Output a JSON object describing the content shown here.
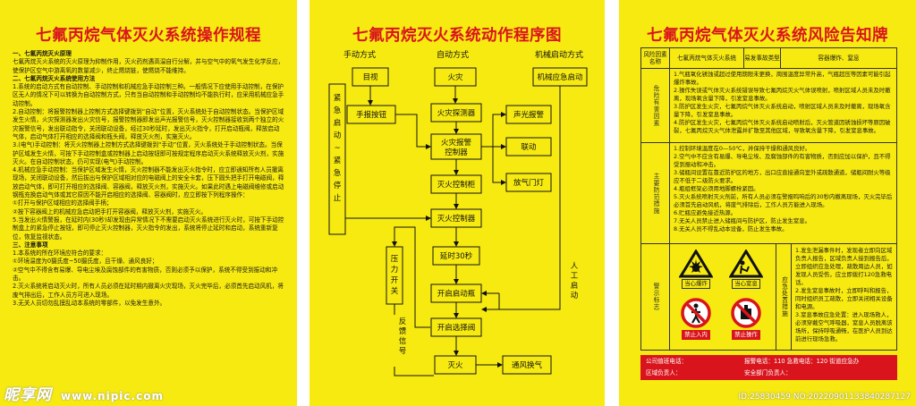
{
  "panel1": {
    "title": "七氟丙烷气体灭火系统操作规程",
    "lines": [
      {
        "t": "一、七氟丙烷灭火原理",
        "h": true
      },
      {
        "t": "七氟丙烷灭火系统的灭火原理为抑制作用，灭火药剂遇高温自行分解，并与空气中的氧气发生化学反应，使保护区空气中游离氧的数量减少，终止燃烧链，使燃烧不能维持。"
      },
      {
        "t": "二、七氟丙烷灭火系统使用方法",
        "h": true
      },
      {
        "t": "1.系统的启动方式有自动控制、手动控制和机械应急手动控制三种。一般情况下应使用手动控制，在保护区无人的情况下可以转换为自动控制方式，只有当自动控制和手动控制均不能执行时，应采用机械应急手动控制。"
      },
      {
        "t": "2.自动控制：将报警控制器上控制方式选择键拨到“自动”位置，灭火系统处于自动控制状态。当保护区域发生火情，火灾探测器发出火灾信号，报警控制器即发出声光报警信号，灭火控制器接收到两个独立的火灾报警信号，发出联动指令，关闭联动设备，经过30秒延时，发出灭火指令，打开启动瓶阀，释放启动气体，启动气体打开相应的选择阀和瓶头阀，释放灭火剂，实施灭火。"
      },
      {
        "t": "3.(电气)手动控制：将灭火控制器上控制方式选择键拨到“手动”位置，灭火系统处于手动控制状态。当保护区域发生火情，可按下手动控制盒或控制器上启动按钮即可按规定程序启动灭火系统释放灭火剂，实施灭火。在自动控制状态，仍可实现(电气)手动控制。"
      },
      {
        "t": "4.机械应急手动控制：当保护区域发生火情，灭火控制器不能发出灭火指令时，应立即通知所有人员撤离现场，关闭联动设备，然后拔出与保护区域相对应的电磁阀上的安全卡套，压下圆头把手打开电磁阀，释放启动气体，即可打开相应的选择阀、容器阀，释放灭火剂，实施灭火。如果此时遇上电磁阀维修或启动钢瓶充换启动气体或其它原因不能开启相应的选择阀、容器阀时，应立即按下列程序操作："
      },
      {
        "t": "①打开与保护区域相应的选择阀手柄；"
      },
      {
        "t": "②按下容器阀上的机械应急启动把手打开容器阀，释放灭火剂，实施灭火。"
      },
      {
        "t": "5.当发出火情警报，在延时内(30秒)却发现由异常情况下不需要启动灭火系统进行灭火时，可按下手动控制盒上的紧急停止按钮，即可停止灭火控制器，灭火指令的发出，系统将停止延时和启动，系统重新复位，恢复监视状态。"
      },
      {
        "t": "三、注意事项",
        "h": true
      },
      {
        "t": "1.本系统的所在环境应符合的要求："
      },
      {
        "t": "①环境温度为0摄氏度~50摄氏度，且干燥、通风良好；"
      },
      {
        "t": "②空气中不得含有易爆、导电尘埃及腐蚀部件的有害物质，否则必须予以保护，系统不得受到振动和冲击。"
      },
      {
        "t": "2.灭火系统将启动灭火时，所有人员必须在延时期内撤离火灾现场，灭火完毕后，必须首先启动风机，将废气排出后，工作人员方可进入现场。"
      },
      {
        "t": "3.无关人员切勿乱摸乱动本系统的零部件，以免发生意外。"
      }
    ]
  },
  "panel2": {
    "title": "七氟丙烷灭火系统动作程序图",
    "col_manual": "手动方式",
    "col_auto": "自动方式",
    "col_mech": "机械启动方式",
    "nodes": {
      "visual": "目视",
      "manual_button": "手报按钮",
      "fire": "火灾",
      "detector": "火灾探测器",
      "alarm_ctrl_1": "火灾报警",
      "alarm_ctrl_2": "控制器",
      "ext_cabinet": "灭火控制柜",
      "ext_ctrl": "灭火控制器",
      "delay": "延时30秒",
      "start_bottle": "开启启动瓶",
      "select_valve": "开启选择阀",
      "extinguish": "灭火",
      "sound_light": "声光报警",
      "linkage": "联动",
      "vent_sign": "放气门灯",
      "ventilation": "通风换气",
      "mech_start": "机械应急启动"
    },
    "side": {
      "emergency_stop": "紧急启动~紧急停止",
      "pressure_switch": "压力开关",
      "feedback": "反馈信号",
      "manual_start": "人工启动"
    }
  },
  "panel3": {
    "title": "七氟丙烷气体灭火系统风险告知牌",
    "header": {
      "col1": "风险因素名称",
      "col2": "七氟丙烷气体灭火系统",
      "col3": "易发事故类型",
      "col4": "容器爆炸、窒息"
    },
    "hazards_label": "危险有害因素",
    "hazards": [
      "1.气瓶氧化锈蚀或超过使用期限未更换，周围温度异常升高，气瓶超压等因素可能引起爆炸事故。",
      "2.操作失误或气体灭火系统错误导致七氟丙烷灭火气体误喷射，喷射区域人员未及时撤离，现场氧含量下降，引发窒息事故。",
      "3.防护区发生火灾，七氟丙烷气体灭火系统启动，喷射区域人员未及时撤离，现场氧含量下降，引发窒息事故。",
      "4.防护区发生火灾，七氟丙烷气体灭火系统启动喷射后，灭火管道因锈蚀损坏等原因破裂，七氟丙烷灭火气体泄露并扩散至其他区域，导致氧含量下降，引发窒息事故。"
    ],
    "measures_label": "主要防范措施",
    "measures": [
      "1.控制环境温度在0—50℃，并保持干燥和通风良好。",
      "2.空气中不应含有易爆、导电尘埃、及腐蚀部件的有害物质，否则应加以保护，且不得受到振动和冲击。",
      "3.储瓶间设置在靠近防护区的地方，出口应直接通向室外或疏散通道，储瓶间耐火等级应不低于二级防火要求。",
      "4.瓶组框架必须用地脚螺栓紧固。",
      "5.灭火系统喷射灭火剂前，所有人员必须在警报鸣响后的30秒内撤离现场，灭火完毕后必须首先启动风机，将废气排除后，工作人员方能进入现场。",
      "6.贮瓶应避免接近热源。",
      "7.无关人员禁止进入储瓶间与防护区，防止发生窒息。",
      "8.无关人员不得乱动本设备，防止发生事故。"
    ],
    "warn_label": "警示标志",
    "signs": [
      {
        "label": "当心爆炸"
      },
      {
        "label": "当心窒息"
      },
      {
        "label": "禁止入内"
      },
      {
        "label": "禁止操作"
      }
    ],
    "emergency_label": "应急处置措施",
    "emergency": [
      "1.发生泄漏事件时，发现者立即向区域负责人报告，区域负责人接到报告后，立即组织应急处理，疏散周边人员，如发现人员受伤，应立即拨打120急救电话。",
      "2.发生窒息事故时，立即呼叫和报告，同时组织员工疏散，立即关闭相关设备和电源。",
      "3.窒息事故应急处置：进入现场救人，必须穿戴空气呼吸器，窒息人员脱离该场所，保持呼吸通畅，在医护人员到达前进行现场急救。"
    ],
    "footer": {
      "left1": "公司值班电话：",
      "left2": "区域负责人：",
      "right1": "报警电话：110 急救电话：120 街道应急办",
      "right2": "安全部门负责人："
    }
  },
  "watermark": {
    "brand": "昵享网",
    "url": "www.nipic.com",
    "id": "ID:25830459 NO:20220901133840287127"
  },
  "colors": {
    "panel_bg": "#f7ea11",
    "title_red": "#d9141c",
    "footer_red": "#d9141c"
  }
}
